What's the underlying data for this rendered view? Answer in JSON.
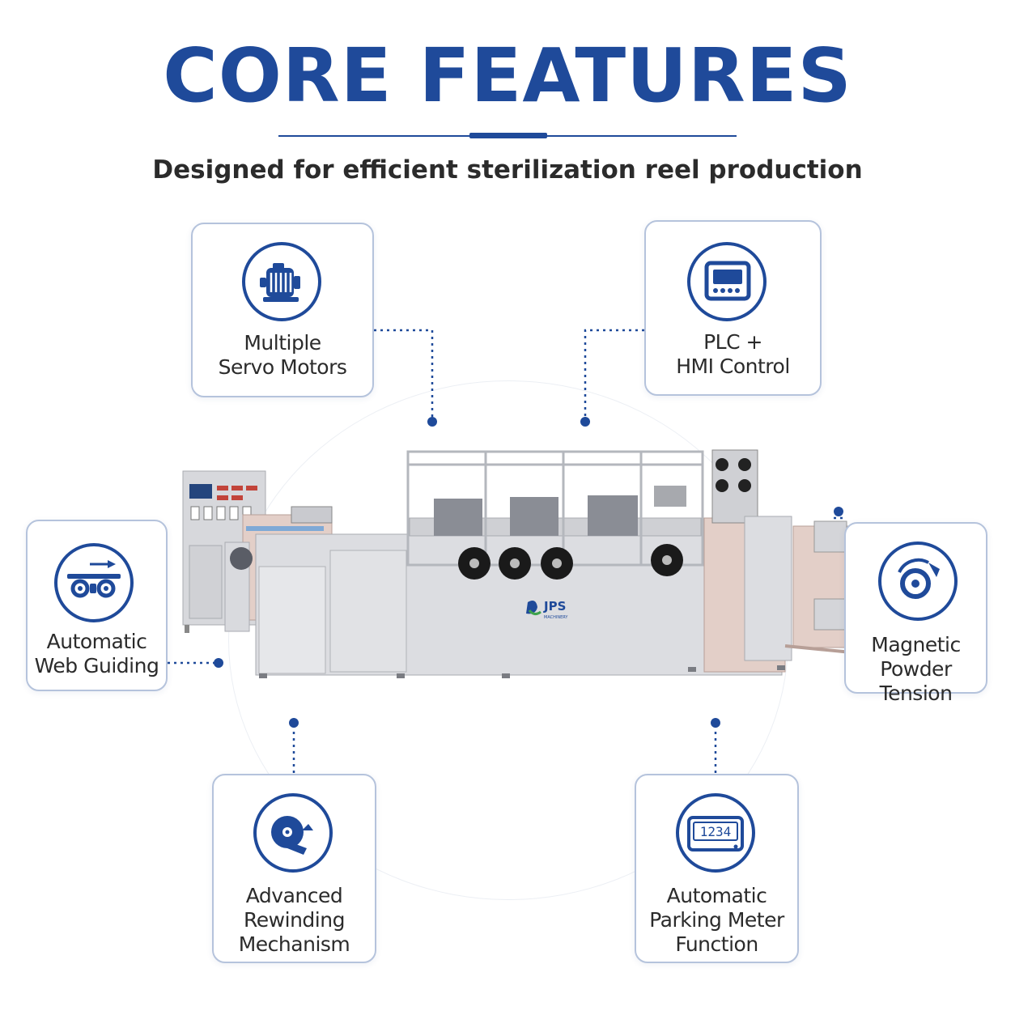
{
  "header": {
    "title": "CORE FEATURES",
    "subtitle": "Designed for efficient sterilization reel production"
  },
  "colors": {
    "brand_blue": "#1f4a9a",
    "card_border": "#b5c3dc",
    "text_dark": "#2b2b2b",
    "machine_body": "#d9dade",
    "machine_accent": "#e3cfc8"
  },
  "features": [
    {
      "icon": "servo-motor-icon",
      "lines": [
        "Multiple",
        "Servo Motors"
      ]
    },
    {
      "icon": "plc-hmi-panel-icon",
      "lines": [
        "PLC +",
        "HMI Control"
      ]
    },
    {
      "icon": "web-guiding-rollers-icon",
      "lines": [
        "Automatic",
        "Web Guiding"
      ]
    },
    {
      "icon": "magnetic-powder-brake-icon",
      "lines": [
        "Magnetic",
        "Powder Tension"
      ]
    },
    {
      "icon": "rewinding-reel-icon",
      "lines": [
        "Advanced",
        "Rewinding",
        "Mechanism"
      ]
    },
    {
      "icon": "meter-counter-icon",
      "lines": [
        "Automatic",
        "Parking Meter",
        "Function"
      ],
      "display": "1234"
    }
  ],
  "machine": {
    "brand": "JPS",
    "brand_sub": "MACHINERY"
  }
}
